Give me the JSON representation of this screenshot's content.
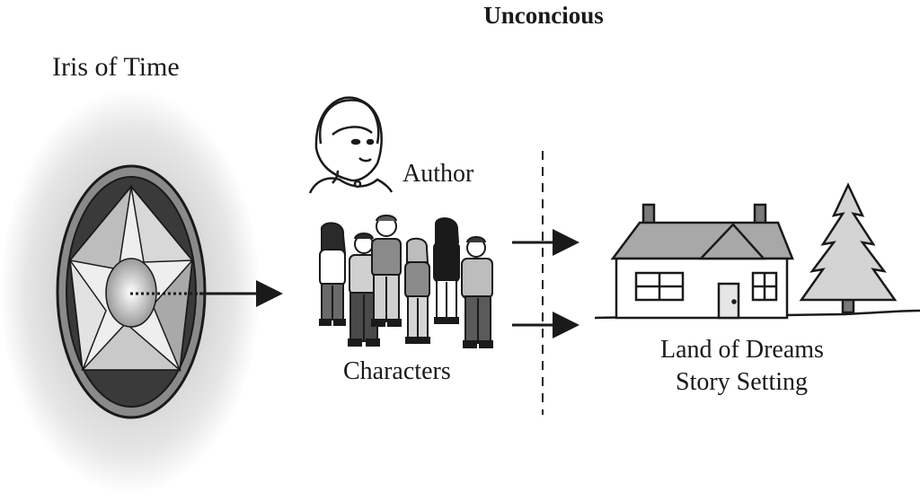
{
  "title": "Unconcious",
  "labels": {
    "iris": "Iris of Time",
    "author": "Author",
    "characters": "Characters",
    "land": "Land of Dreams",
    "setting": "Story Setting"
  },
  "colors": {
    "ink": "#1a1a1a",
    "glow": "#c8c8c8",
    "house_fill": "#ffffff",
    "roof_fill": "#a8a8a8",
    "tree_fill": "#d4d4d4"
  }
}
